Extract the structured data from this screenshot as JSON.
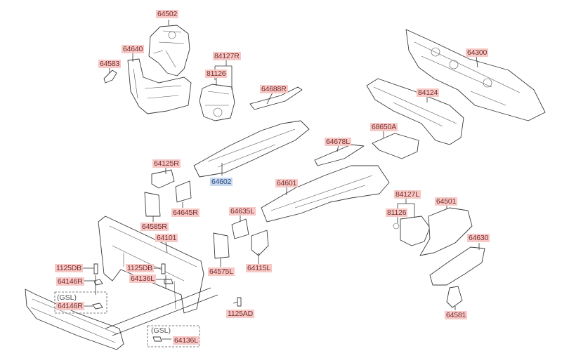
{
  "diagram": {
    "type": "exploded-parts-diagram",
    "subject": "Front body panel / fender apron assembly",
    "selected_label_color": "#c7d9f1",
    "label_color": "#f6c9c6",
    "labels": {
      "p64502": "64502",
      "p64640": "64640",
      "p64583": "64583",
      "p84127R": "84127R",
      "p81126a": "81126",
      "p64688R": "64688R",
      "p64300": "64300",
      "p84124": "84124",
      "p68650A": "68650A",
      "p64678L": "64678L",
      "p64125R": "64125R",
      "p64602": "64602",
      "p64601": "64601",
      "p64645R": "64645R",
      "p64585R": "64585R",
      "p64635L": "64635L",
      "p84127L": "84127L",
      "p81126b": "81126",
      "p64501": "64501",
      "p64101": "64101",
      "p64575L": "64575L",
      "p64115L": "64115L",
      "p64630": "64630",
      "p1125DBa": "1125DB",
      "p1125DBb": "1125DB",
      "p64136La": "64136L",
      "p64146Ra": "64146R",
      "p64146Rb": "64146R",
      "p1125AD": "1125AD",
      "p64581": "64581",
      "p64136Lb": "64136L"
    },
    "notes": {
      "gsl_a": "(GSL)",
      "gsl_b": "(GSL)"
    },
    "selected_part": "64602"
  }
}
